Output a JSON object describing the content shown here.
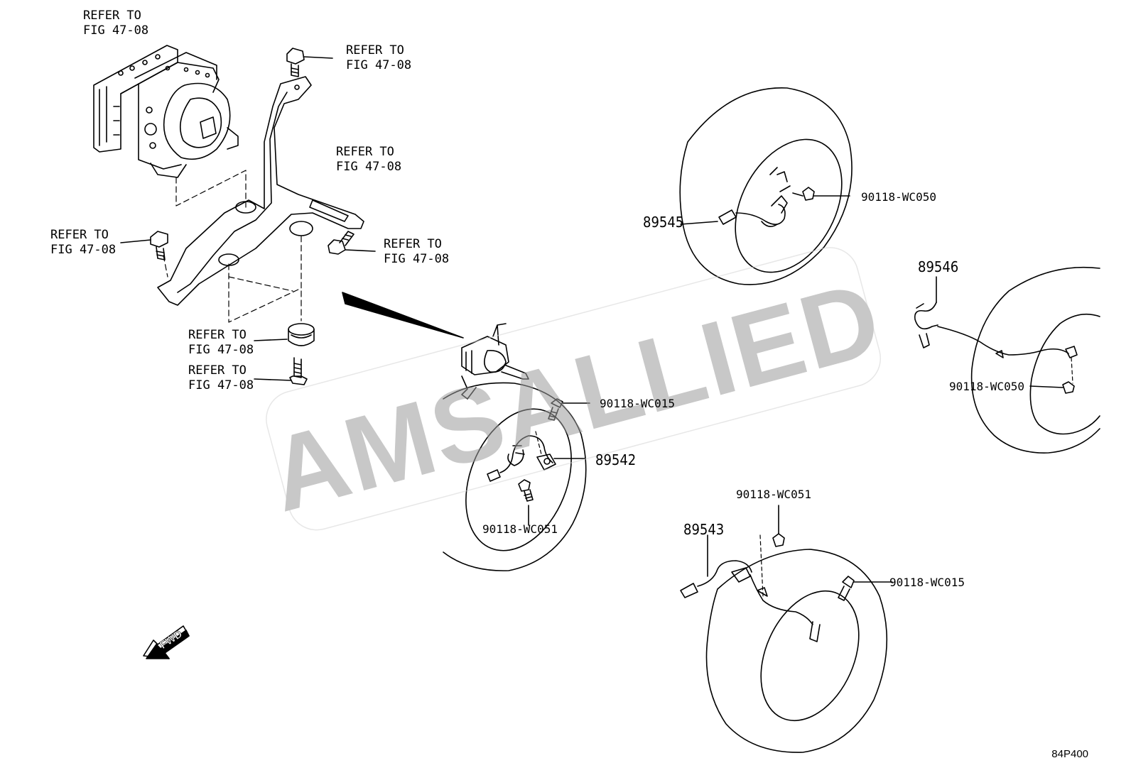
{
  "diagram": {
    "callouts": {
      "abs_unit": "REFER TO\nFIG 47-08",
      "top_bolt": "REFER TO\nFIG 47-08",
      "bracket": "REFER TO\nFIG 47-08",
      "left_bolt": "REFER TO\nFIG 47-08",
      "right_bolt": "REFER TO\nFIG 47-08",
      "grommet": "REFER TO\nFIG 47-08",
      "lower_bolt": "REFER TO\nFIG 47-08"
    },
    "parts": {
      "p89545": "89545",
      "p89546": "89546",
      "p89542": "89542",
      "p89543": "89543",
      "wc050_top": "90118-WC050",
      "wc050_right": "90118-WC050",
      "wc015_center": "90118-WC015",
      "wc051_center": "90118-WC051",
      "wc051_bottom": "90118-WC051",
      "wc015_bottom": "90118-WC015"
    },
    "fwd_label": "FWD",
    "watermark": "AMSALLIED",
    "figure_code": "84P400"
  },
  "colors": {
    "line": "#000000",
    "watermark": "#bdbdbd"
  }
}
